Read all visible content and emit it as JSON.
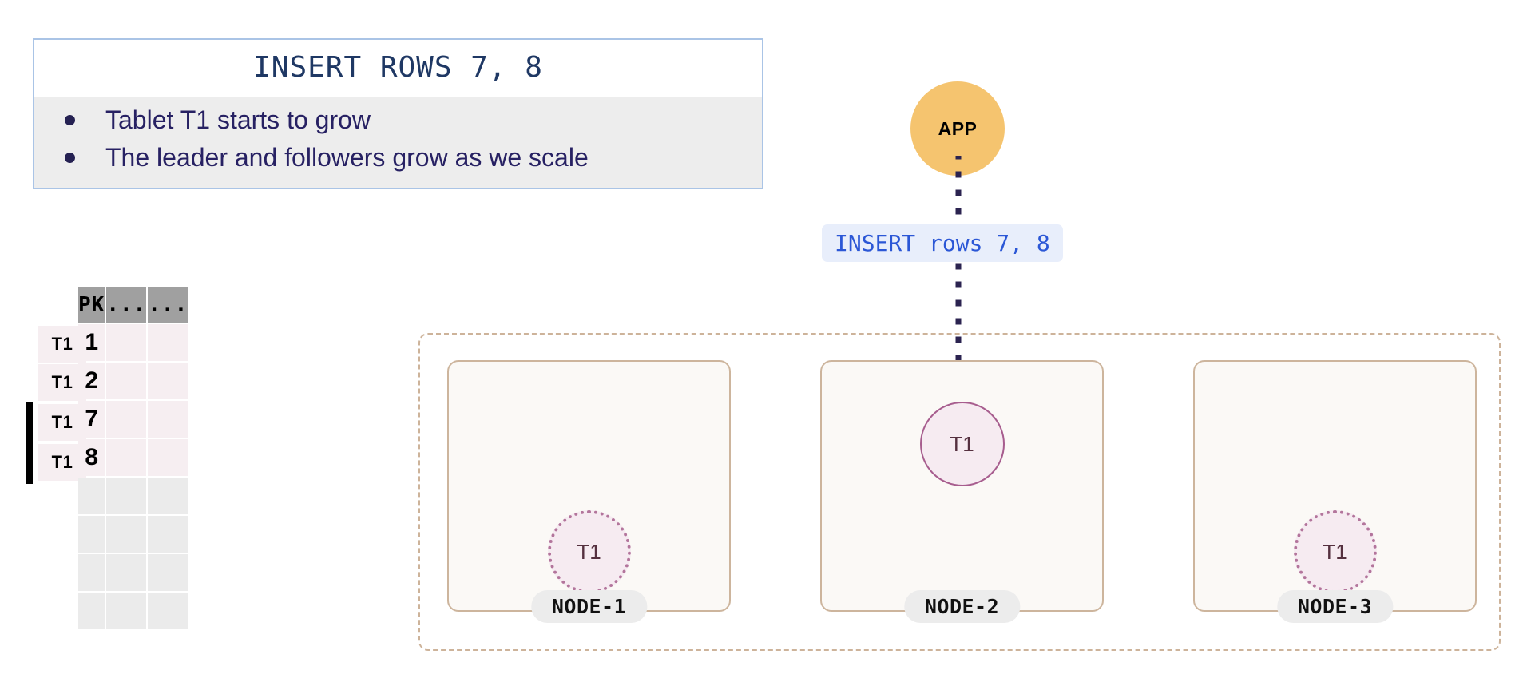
{
  "callout": {
    "title": "INSERT ROWS 7, 8",
    "bullets": [
      "Tablet T1 starts to grow",
      "The leader and followers grow as we scale"
    ]
  },
  "table": {
    "headers": [
      "PK",
      "...",
      "..."
    ],
    "rows": [
      {
        "tag": "T1",
        "pk": "1",
        "marked": false
      },
      {
        "tag": "T1",
        "pk": "2",
        "marked": false
      },
      {
        "tag": "T1",
        "pk": "7",
        "marked": true
      },
      {
        "tag": "T1",
        "pk": "8",
        "marked": true
      }
    ],
    "empty_row_count": 4
  },
  "app": {
    "label": "APP"
  },
  "query": {
    "text": "INSERT rows 7, 8"
  },
  "cluster": {
    "nodes": [
      {
        "label": "NODE-1",
        "tablet": "T1",
        "role": "follower"
      },
      {
        "label": "NODE-2",
        "tablet": "T1",
        "role": "leader"
      },
      {
        "label": "NODE-3",
        "tablet": "T1",
        "role": "follower"
      }
    ]
  },
  "colors": {
    "callout_border": "#aac4e6",
    "callout_body": "#ededed",
    "title_text": "#1f3864",
    "bullet_text": "#272163",
    "table_header": "#a0a0a0",
    "row_filled": "#f6eef1",
    "row_empty": "#ebebeb",
    "marker": "#000000",
    "app_fill": "#f5c46f",
    "query_fill": "#e8eefb",
    "query_text": "#2b57d6",
    "arrow": "#2b2350",
    "cluster_border": "#cdb39a",
    "node_fill": "#fbf9f6",
    "node_border": "#cdb59d",
    "tablet_fill": "#f6ebf1",
    "tablet_leader_border": "#a75d8e",
    "tablet_follower_border": "#b3759c",
    "node_label_fill": "#ececec"
  }
}
